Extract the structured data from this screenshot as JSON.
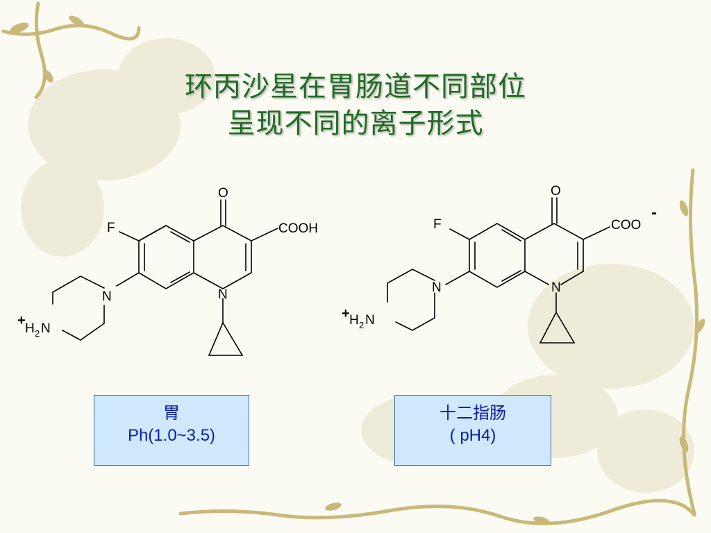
{
  "title": {
    "line1": "环丙沙星在胃肠道不同部位",
    "line2": "呈现不同的离子形式"
  },
  "molecule_left": {
    "atoms": {
      "o": "O",
      "f": "F",
      "acid": "COOH",
      "n_ring": "N",
      "n_pip": "N",
      "plus": "+",
      "h": "H",
      "sub2": "2",
      "n_amine": "N"
    }
  },
  "molecule_right": {
    "atoms": {
      "o": "O",
      "f": "F",
      "acid": "COO",
      "charge": "-",
      "n_ring": "N",
      "n_pip": "N",
      "plus": "+",
      "h": "H",
      "sub2": "2",
      "n_amine": "N"
    }
  },
  "box_left": {
    "line1": "胃",
    "line2": "Ph(1.0~3.5)"
  },
  "box_right": {
    "line1": "十二指肠",
    "line2": "( pH4)"
  },
  "colors": {
    "title": "#1f6b25",
    "box_fill": "#cfe8fb",
    "box_text": "#0a1ea8"
  }
}
